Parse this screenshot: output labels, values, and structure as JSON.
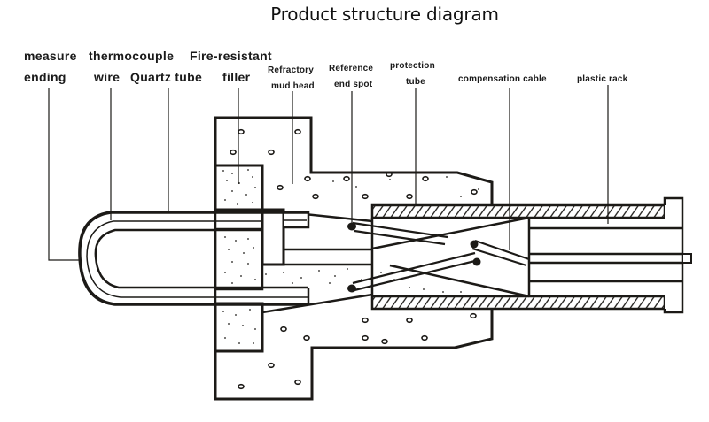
{
  "title": "Product structure diagram",
  "labels": {
    "measure_ending": [
      "measure",
      "ending"
    ],
    "thermocouple_wire": [
      "thermocouple",
      "wire"
    ],
    "quartz_tube": "Quartz tube",
    "fire_resistant_filler": [
      "Fire-resistant",
      "filler"
    ],
    "refractory_mud_head": [
      "Refractory",
      "mud head"
    ],
    "reference_end_spot": [
      "Reference",
      "end spot"
    ],
    "protection_tube": [
      "protection",
      "tube"
    ],
    "compensation_cable": "compensation cable",
    "plastic_rack": "plastic rack"
  },
  "colors": {
    "line": "#1c1a17",
    "background": "#ffffff"
  }
}
